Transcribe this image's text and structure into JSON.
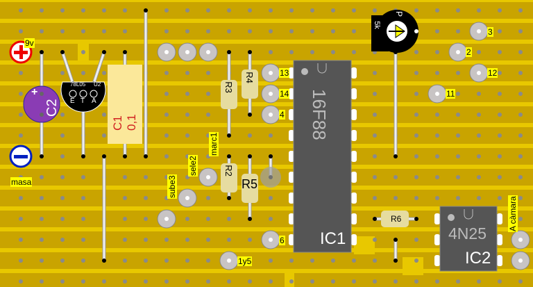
{
  "supply": {
    "plus_label": "9v",
    "minus_label": "masa"
  },
  "regulator": {
    "part": "78L05",
    "suffix": "U2",
    "pins": [
      "E",
      "T",
      "A"
    ]
  },
  "capacitors": {
    "c1_name": "C1",
    "c1_value": "0,1",
    "c2_name": "C2",
    "c2_polarity": "+"
  },
  "resistors": {
    "r2": "R2",
    "r3": "R3",
    "r4": "R4",
    "r5": "R5",
    "r6": "R6"
  },
  "potentiometer": {
    "name": "P",
    "value": "5k"
  },
  "ic1": {
    "part": "16F88",
    "name": "IC1"
  },
  "ic2": {
    "part": "4N25",
    "name": "IC2"
  },
  "pad_labels": {
    "p13": "13",
    "p14": "14",
    "p4": "4",
    "p6": "6",
    "p3": "3",
    "p2": "2",
    "p12": "12",
    "p11": "11",
    "marc1": "marc1",
    "sele2": "sele2",
    "sube3": "sube3",
    "p1y5": "1y5",
    "camara": "A càmara"
  },
  "colors": {
    "board": "#c9a400",
    "stripe": "#e8c800",
    "ic": "#555555",
    "resistor": "#e6dca0",
    "c2": "#8a3cb4"
  }
}
